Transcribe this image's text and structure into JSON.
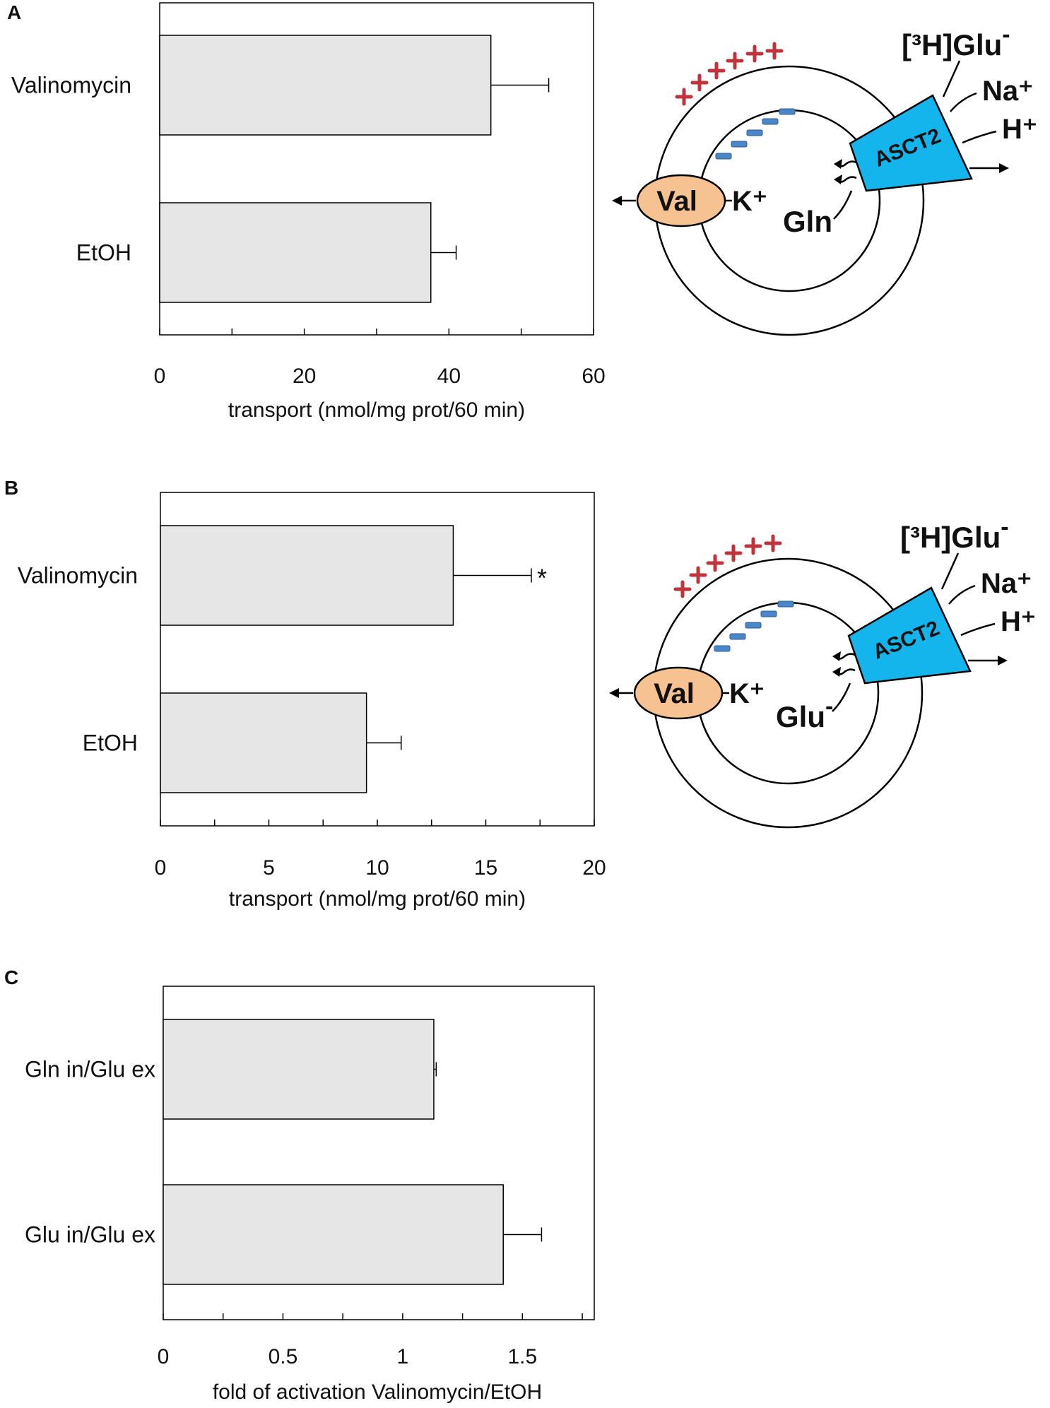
{
  "colors": {
    "bar_fill": "#e6e6e6",
    "plus_red": "#c0333a",
    "minus_blue": "#4a86c8",
    "asct2_cyan": "#14b4ec",
    "val_orange": "#f6c291"
  },
  "chart_data": [
    {
      "type": "bar",
      "orientation": "horizontal",
      "panel_label": "A",
      "categories": [
        "Valinomycin",
        "EtOH"
      ],
      "values": [
        45.8,
        37.5
      ],
      "errors": [
        8.0,
        3.5
      ],
      "annotations": [
        "",
        ""
      ],
      "xlabel": "transport (nmol/mg prot/60 min)",
      "xlim": [
        0,
        60
      ],
      "xticks": [
        0,
        20,
        40,
        60
      ],
      "minor_xticks": [
        10,
        30,
        50
      ],
      "grid": false
    },
    {
      "type": "bar",
      "orientation": "horizontal",
      "panel_label": "B",
      "categories": [
        "Valinomycin",
        "EtOH"
      ],
      "values": [
        13.5,
        9.5
      ],
      "errors": [
        3.6,
        1.6
      ],
      "annotations": [
        "*",
        ""
      ],
      "xlabel": "transport (nmol/mg prot/60 min)",
      "xlim": [
        0,
        20
      ],
      "xticks": [
        0,
        5,
        10,
        15,
        20
      ],
      "minor_xticks": [
        2.5,
        7.5,
        12.5,
        17.5
      ],
      "grid": false
    },
    {
      "type": "bar",
      "orientation": "horizontal",
      "panel_label": "C",
      "categories": [
        "Gln in/Glu ex",
        "Glu in/Glu ex"
      ],
      "values": [
        1.13,
        1.42
      ],
      "errors": [
        0.01,
        0.16
      ],
      "annotations": [
        "",
        ""
      ],
      "xlabel": "fold of activation Valinomycin/EtOH",
      "xlim": [
        0,
        1.8
      ],
      "xticks": [
        0,
        0.5,
        1,
        1.5
      ],
      "tick_labels": [
        "0",
        "0.5",
        "1",
        "1.5"
      ],
      "minor_xticks": [
        0.25,
        0.75,
        1.25,
        1.75
      ],
      "grid": false
    }
  ],
  "diagrams": [
    {
      "substrate_label": "[³H]Glu",
      "substrate_charge": "-",
      "ion_na": "Na⁺",
      "ion_h": "H⁺",
      "transporter": "ASCT2",
      "ionophore": "Val",
      "ion_k": "K⁺",
      "internal_label": "Gln",
      "internal_charge": ""
    },
    {
      "substrate_label": "[³H]Glu",
      "substrate_charge": "-",
      "ion_na": "Na⁺",
      "ion_h": "H⁺",
      "transporter": "ASCT2",
      "ionophore": "Val",
      "ion_k": "K⁺",
      "internal_label": "Glu",
      "internal_charge": "-"
    }
  ]
}
